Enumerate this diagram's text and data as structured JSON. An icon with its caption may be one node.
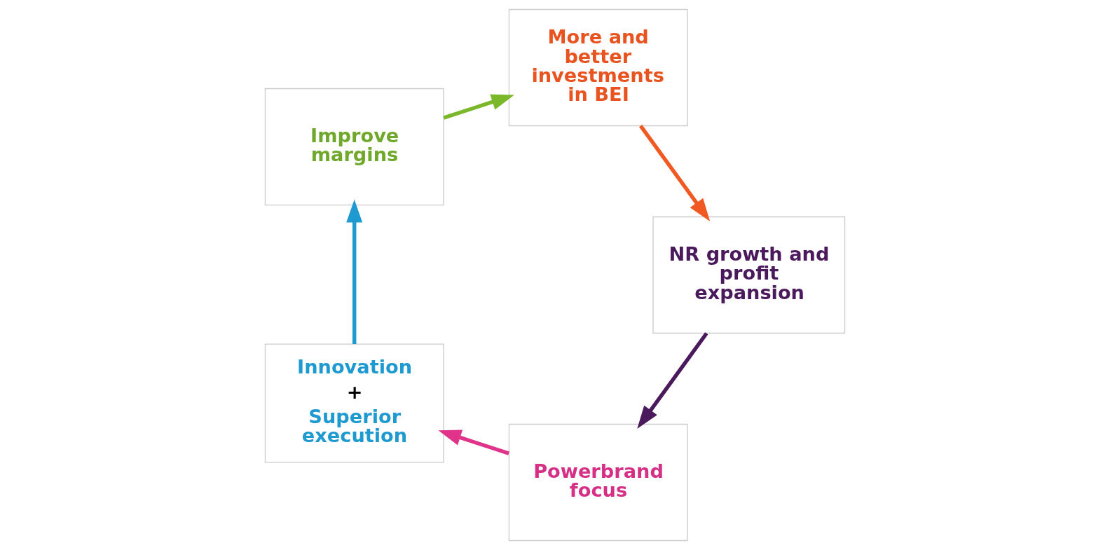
{
  "diagram": {
    "nodes": [
      {
        "text": [
          "Powerbrand focus"
        ]
      },
      {
        "text": [
          "Innovation",
          "+",
          "Superior execution"
        ]
      },
      {
        "text": [
          "Improve margins"
        ]
      },
      {
        "text": [
          "More and better investments in BEI"
        ]
      },
      {
        "text": [
          "NR growth and profit expansion"
        ]
      }
    ],
    "edges": [
      {
        "from": 0,
        "to": 1,
        "arrow": "to",
        "color": "#e0338a"
      },
      {
        "from": 1,
        "to": 2,
        "arrow": "to",
        "color": "#1e9ad0"
      },
      {
        "from": 2,
        "to": 3,
        "arrow": "to",
        "color": "#7ab829"
      },
      {
        "from": 3,
        "to": 4,
        "arrow": "to",
        "color": "#f05a22"
      },
      {
        "from": 4,
        "to": 0,
        "arrow": "to",
        "color": "#4a1a5c"
      }
    ]
  }
}
